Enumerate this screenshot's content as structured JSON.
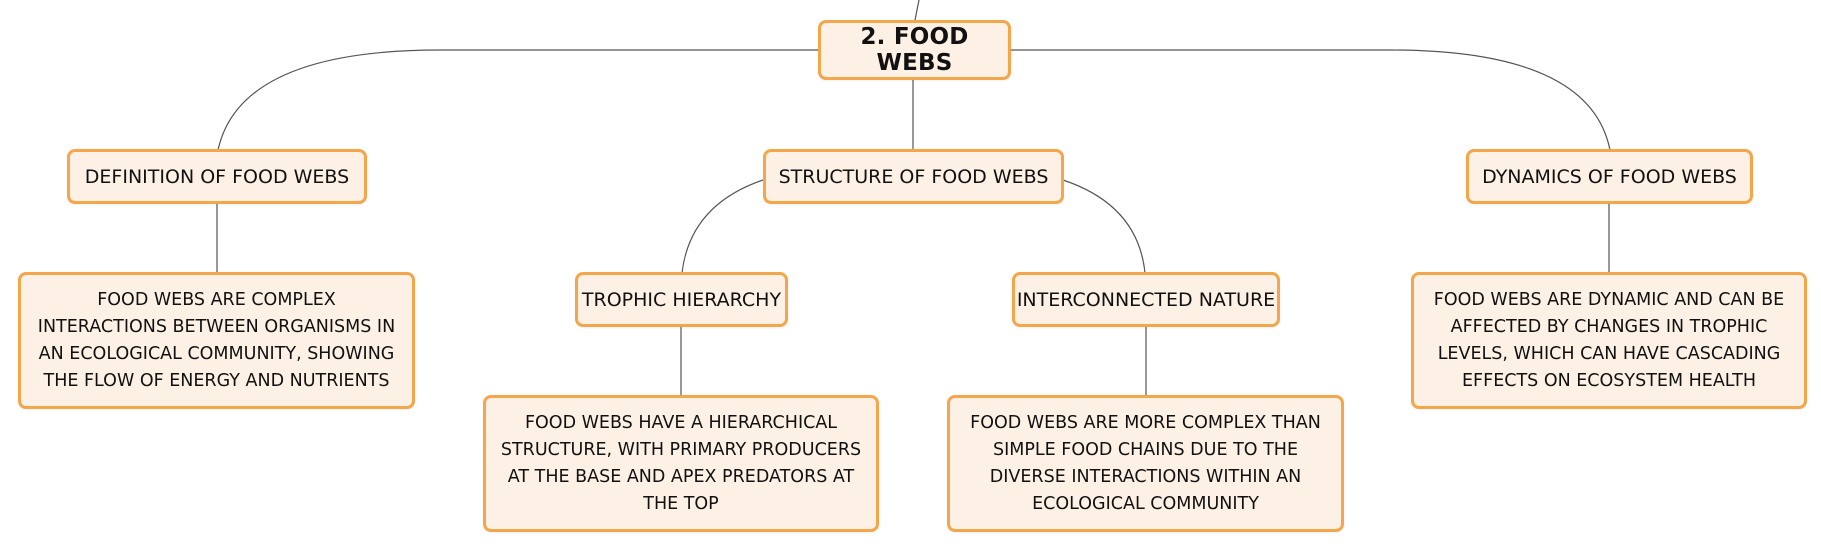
{
  "mindmap": {
    "root": {
      "label": "2. FOOD WEBS"
    },
    "branches": [
      {
        "label": "DEFINITION OF FOOD WEBS",
        "children": [
          {
            "label": "FOOD WEBS ARE COMPLEX INTERACTIONS BETWEEN ORGANISMS IN AN ECOLOGICAL COMMUNITY, SHOWING THE FLOW OF ENERGY AND NUTRIENTS"
          }
        ]
      },
      {
        "label": "STRUCTURE OF FOOD WEBS",
        "children": [
          {
            "label": "TROPHIC HIERARCHY",
            "children": [
              {
                "label": "FOOD WEBS HAVE A HIERARCHICAL STRUCTURE, WITH PRIMARY PRODUCERS AT THE BASE AND APEX PREDATORS AT THE TOP"
              }
            ]
          },
          {
            "label": "INTERCONNECTED NATURE",
            "children": [
              {
                "label": "FOOD WEBS ARE MORE COMPLEX THAN SIMPLE FOOD CHAINS DUE TO THE DIVERSE INTERACTIONS WITHIN AN ECOLOGICAL COMMUNITY"
              }
            ]
          }
        ]
      },
      {
        "label": "DYNAMICS OF FOOD WEBS",
        "children": [
          {
            "label": "FOOD WEBS ARE DYNAMIC AND CAN BE AFFECTED BY CHANGES IN TROPHIC LEVELS, WHICH CAN HAVE CASCADING EFFECTS ON ECOSYSTEM HEALTH"
          }
        ]
      }
    ]
  },
  "colors": {
    "node_fill": "#fdf1e6",
    "node_border": "#f3a64a",
    "connector": "#555555",
    "text": "#111111"
  }
}
